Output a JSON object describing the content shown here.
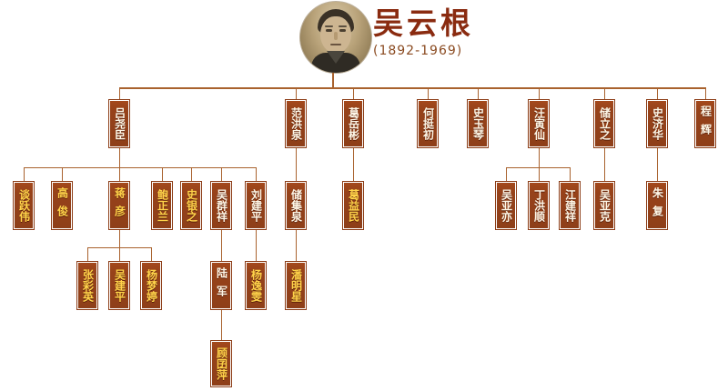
{
  "header": {
    "name": "吴云根",
    "years": "(1892-1969)",
    "portrait_alt": "portrait-photo"
  },
  "colors": {
    "box_fill": "#96421a",
    "box_text_gold": "#ffd34a",
    "box_text_white": "#fdf6e6",
    "line": "#a9622e",
    "title": "#8a2b10",
    "years": "#8a4a20",
    "background": "#ffffff"
  },
  "generations": {
    "gen1": [
      {
        "id": "lvyaochen",
        "name": "吕尧臣",
        "style": "white"
      },
      {
        "id": "fanhongquan",
        "name": "范洪泉",
        "style": "white"
      },
      {
        "id": "geyuebin",
        "name": "葛岳彬",
        "style": "white"
      },
      {
        "id": "hetingchu",
        "name": "何挺初",
        "style": "white"
      },
      {
        "id": "shiyuqin",
        "name": "史玉琴",
        "style": "white"
      },
      {
        "id": "wangyinxian",
        "name": "汪寅仙",
        "style": "white"
      },
      {
        "id": "chulizhi",
        "name": "储立之",
        "style": "white"
      },
      {
        "id": "shijihua",
        "name": "史济华",
        "style": "white"
      },
      {
        "id": "chenghui",
        "name": "程辉",
        "style": "white"
      }
    ],
    "gen2": [
      {
        "id": "tanyuewei",
        "name": "谈跃伟",
        "style": "gold"
      },
      {
        "id": "gaojun",
        "name": "高俊",
        "style": "gold"
      },
      {
        "id": "jiangyan",
        "name": "蒋彦",
        "style": "gold"
      },
      {
        "id": "baozhenglan",
        "name": "鲍正兰",
        "style": "gold"
      },
      {
        "id": "shiyinzhi",
        "name": "史银之",
        "style": "gold"
      },
      {
        "id": "wuqunxiang",
        "name": "吴群祥",
        "style": "white"
      },
      {
        "id": "liujianping",
        "name": "刘建平",
        "style": "white"
      },
      {
        "id": "chujiquan",
        "name": "储集泉",
        "style": "white"
      },
      {
        "id": "geyimin",
        "name": "葛益民",
        "style": "gold"
      },
      {
        "id": "wuyayi",
        "name": "吴亚亦",
        "style": "white"
      },
      {
        "id": "dinghongshun",
        "name": "丁洪顺",
        "style": "white"
      },
      {
        "id": "jiangjianxiang",
        "name": "江建祥",
        "style": "white"
      },
      {
        "id": "wuyake",
        "name": "吴亚克",
        "style": "white"
      },
      {
        "id": "zhufu",
        "name": "朱复",
        "style": "white"
      }
    ],
    "gen3": [
      {
        "id": "zhangcaiying",
        "name": "张彩英",
        "style": "gold"
      },
      {
        "id": "wujianping",
        "name": "吴建平",
        "style": "gold"
      },
      {
        "id": "yangmengting",
        "name": "杨梦婷",
        "style": "gold"
      },
      {
        "id": "lujun",
        "name": "陆军",
        "style": "white"
      },
      {
        "id": "yangyiwen",
        "name": "杨逸雯",
        "style": "gold"
      },
      {
        "id": "panmingxing",
        "name": "潘明星",
        "style": "gold"
      }
    ],
    "gen4": [
      {
        "id": "gutianping",
        "name": "顾囝萍",
        "style": "gold"
      }
    ]
  },
  "edges": {
    "root_to_gen1": [
      "吕尧臣",
      "范洪泉",
      "葛岳彬",
      "何挺初",
      "史玉琴",
      "汪寅仙",
      "储立之",
      "史济华",
      "程辉"
    ],
    "lvyaochen_children": [
      "谈跃伟",
      "高俊",
      "蒋彦",
      "鲍正兰",
      "史银之",
      "吴群祥",
      "刘建平"
    ],
    "fanhongquan_children": [
      "储集泉"
    ],
    "geyuebin_children": [
      "葛益民"
    ],
    "wangyinxian_children": [
      "吴亚亦",
      "丁洪顺",
      "江建祥"
    ],
    "chulizhi_children": [
      "吴亚克"
    ],
    "shijihua_children": [
      "朱复"
    ],
    "jiangyan_children": [
      "张彩英",
      "吴建平",
      "杨梦婷"
    ],
    "wuqunxiang_children": [
      "陆军"
    ],
    "liujianping_children": [
      "杨逸雯"
    ],
    "chujiquan_children": [
      "潘明星"
    ],
    "lujun_children": [
      "顾囝萍"
    ]
  }
}
